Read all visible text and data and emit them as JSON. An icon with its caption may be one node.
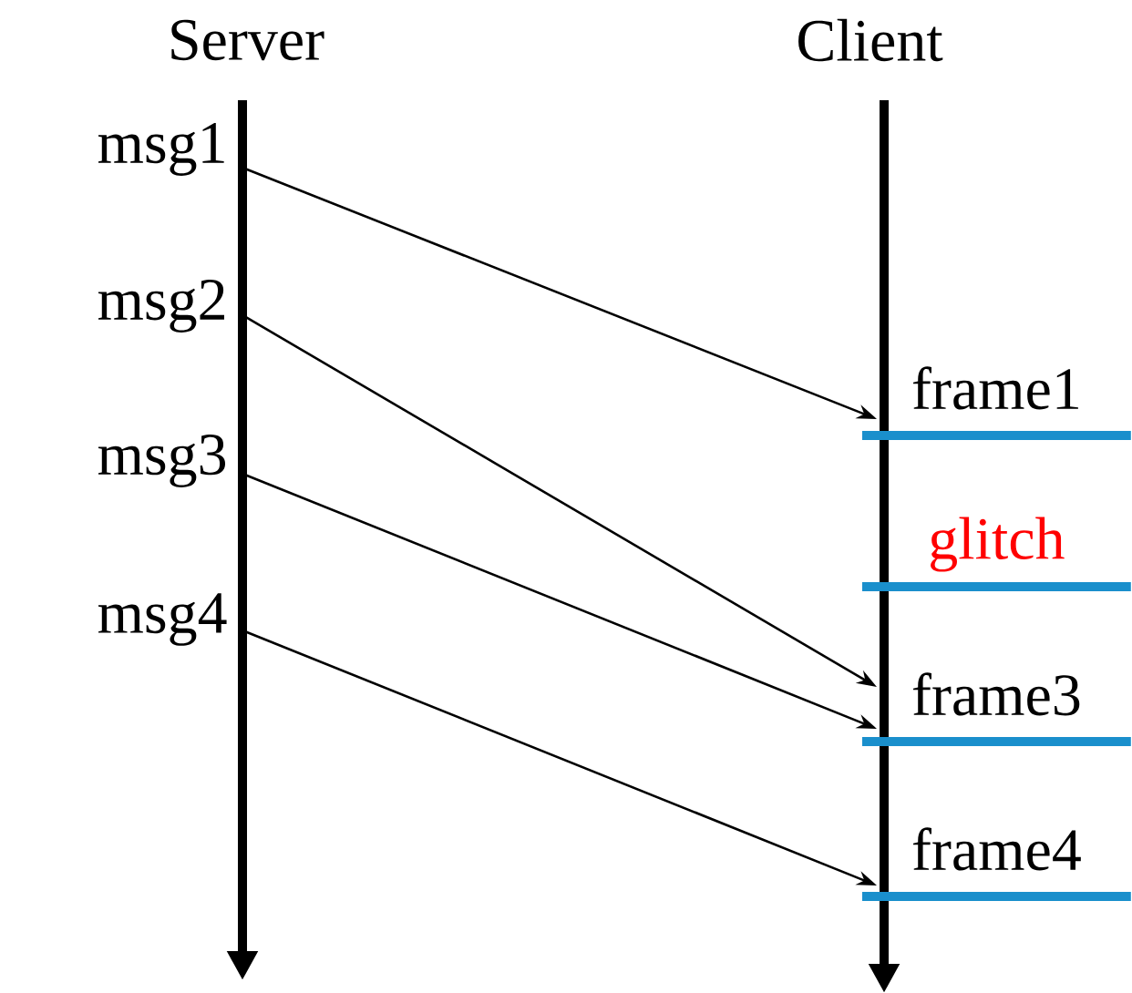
{
  "diagram": {
    "nodes": [
      {
        "text": [
          "Server"
        ]
      },
      {
        "text": [
          "Client"
        ]
      },
      {
        "text": [
          "msg1"
        ]
      },
      {
        "text": [
          "msg2"
        ]
      },
      {
        "text": [
          "msg3"
        ]
      },
      {
        "text": [
          "msg4"
        ]
      },
      {
        "text": [
          "frame1"
        ]
      },
      {
        "text": [
          "glitch"
        ]
      },
      {
        "text": [
          "frame3"
        ]
      },
      {
        "text": [
          "frame4"
        ]
      }
    ],
    "edges": [
      {
        "from": 2,
        "to": 6,
        "arrow": "to"
      },
      {
        "from": 3,
        "to": 8,
        "arrow": "to"
      },
      {
        "from": 4,
        "to": 8,
        "arrow": "to"
      },
      {
        "from": 5,
        "to": 9,
        "arrow": "to"
      }
    ]
  }
}
